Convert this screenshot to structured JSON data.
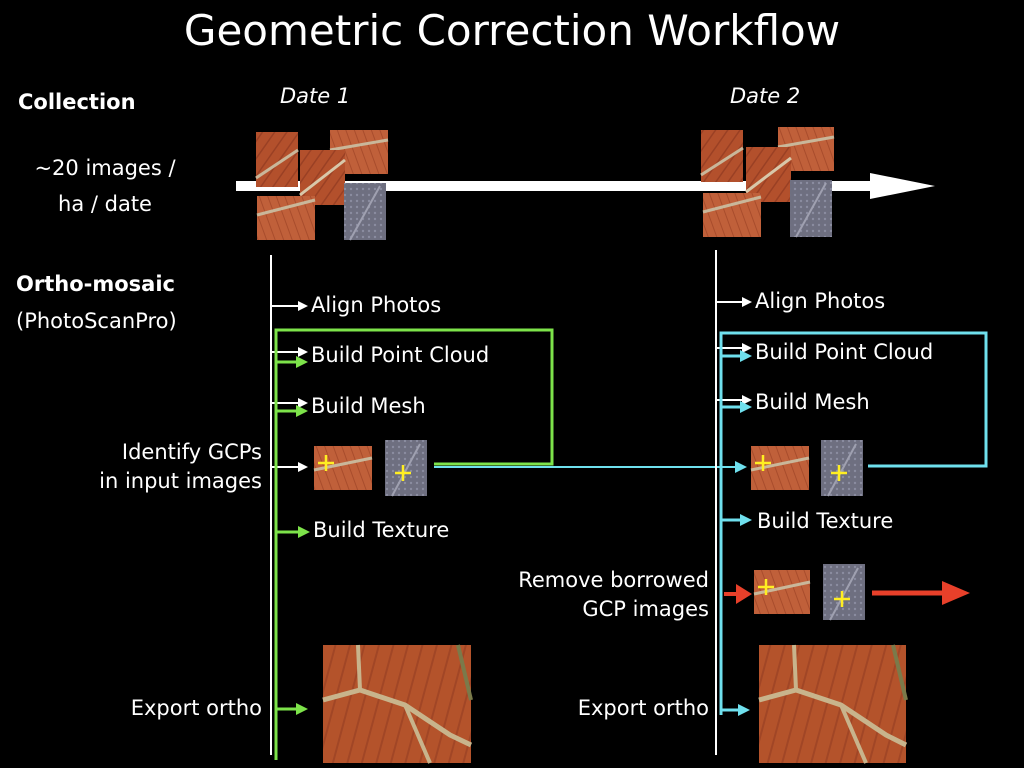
{
  "title": "Geometric Correction Workflow",
  "left_labels": {
    "collection": "Collection",
    "images_per_ha_line1": "~20 images /",
    "images_per_ha_line2": "ha / date",
    "orthomosaic": "Ortho-mosaic",
    "software": "(PhotoScanPro)",
    "identify_gcps_line1": "Identify GCPs",
    "identify_gcps_line2": "in input images",
    "export_ortho_1": "Export ortho",
    "remove_line1": "Remove borrowed",
    "remove_line2": "GCP images",
    "export_ortho_2": "Export ortho"
  },
  "dates": {
    "date1": "Date 1",
    "date2": "Date 2"
  },
  "steps_date1": {
    "align": "Align Photos",
    "point_cloud": "Build Point Cloud",
    "mesh": "Build Mesh",
    "texture": "Build Texture"
  },
  "steps_date2": {
    "align": "Align Photos",
    "point_cloud": "Build Point Cloud",
    "mesh": "Build Mesh",
    "texture": "Build Texture"
  },
  "colors": {
    "background": "#000000",
    "text": "#ffffff",
    "date1_flow": "#7de34a",
    "date2_flow": "#6fe0ee",
    "remove_arrow": "#e8402a",
    "gcp_cross": "#ffee22",
    "field_soil": "#b3502c",
    "field_road": "#c9b79a"
  }
}
